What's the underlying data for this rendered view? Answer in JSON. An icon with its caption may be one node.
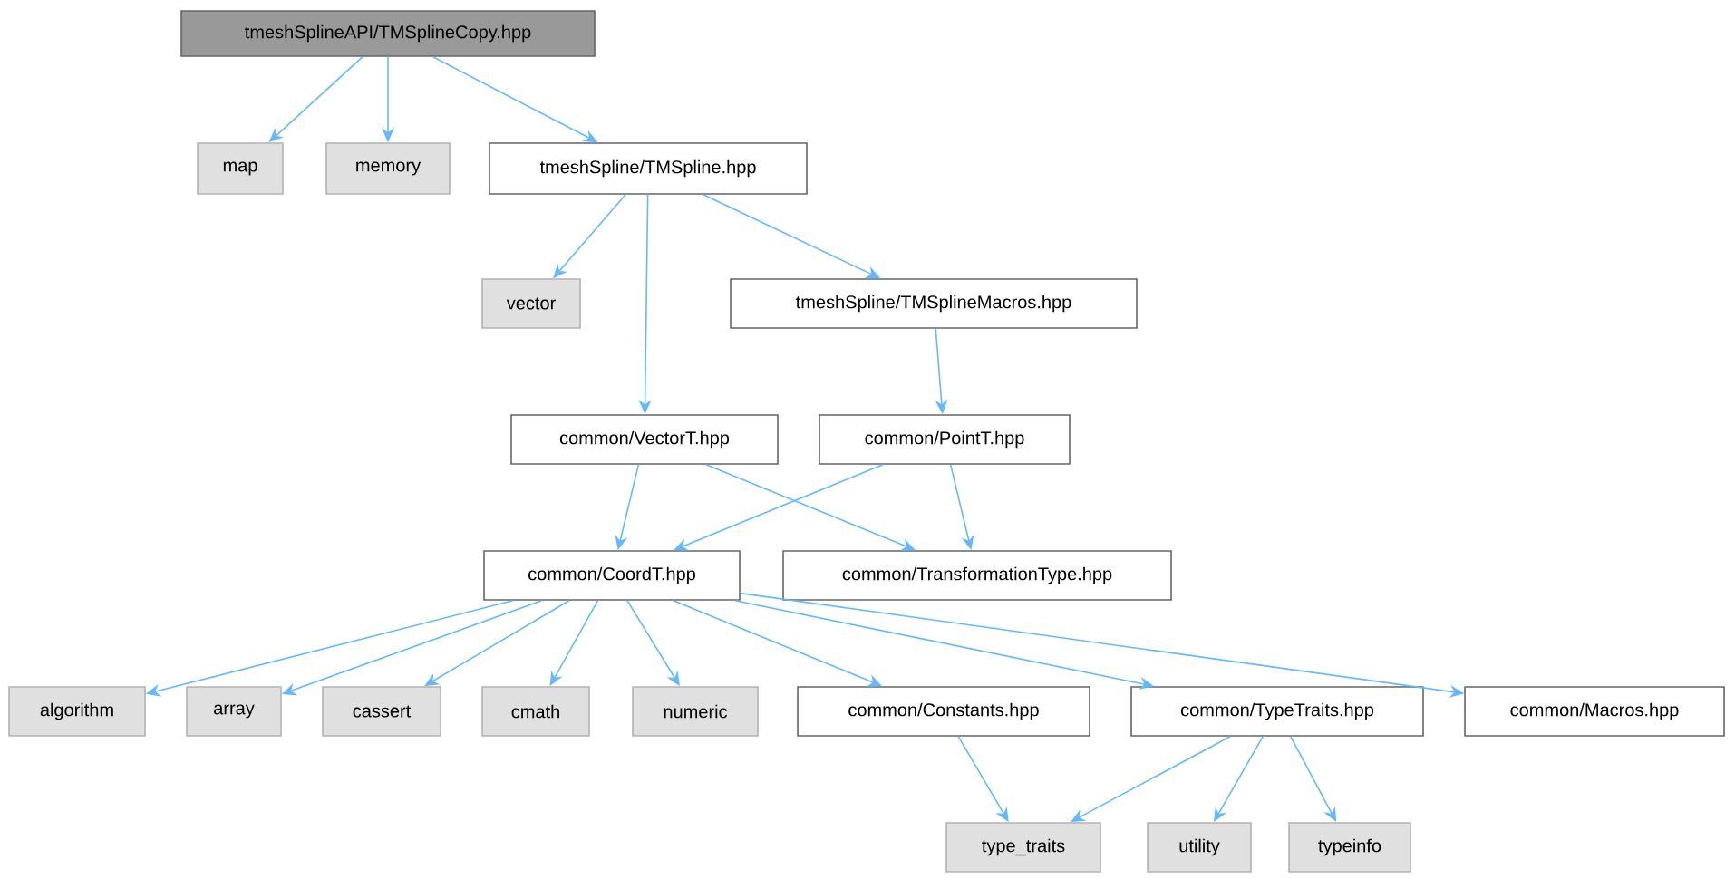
{
  "diagram": {
    "nodes": [
      {
        "text": [
          "tmeshSplineAPI/TMSplineCopy.hpp"
        ]
      },
      {
        "text": [
          "map"
        ]
      },
      {
        "text": [
          "memory"
        ]
      },
      {
        "text": [
          "tmeshSpline/TMSpline.hpp"
        ]
      },
      {
        "text": [
          "vector"
        ]
      },
      {
        "text": [
          "tmeshSpline/TMSplineMacros.hpp"
        ]
      },
      {
        "text": [
          "common/VectorT.hpp"
        ]
      },
      {
        "text": [
          "common/PointT.hpp"
        ]
      },
      {
        "text": [
          "common/CoordT.hpp"
        ]
      },
      {
        "text": [
          "common/TransformationType.hpp"
        ]
      },
      {
        "text": [
          "algorithm"
        ]
      },
      {
        "text": [
          "array"
        ]
      },
      {
        "text": [
          "cassert"
        ]
      },
      {
        "text": [
          "cmath"
        ]
      },
      {
        "text": [
          "numeric"
        ]
      },
      {
        "text": [
          "common/Constants.hpp"
        ]
      },
      {
        "text": [
          "common/TypeTraits.hpp"
        ]
      },
      {
        "text": [
          "common/Macros.hpp"
        ]
      },
      {
        "text": [
          "type_traits"
        ]
      },
      {
        "text": [
          "utility"
        ]
      },
      {
        "text": [
          "typeinfo"
        ]
      }
    ],
    "edges": [
      {
        "from": 0,
        "to": 1,
        "arrow": "to"
      },
      {
        "from": 0,
        "to": 2,
        "arrow": "to"
      },
      {
        "from": 0,
        "to": 3,
        "arrow": "to"
      },
      {
        "from": 3,
        "to": 4,
        "arrow": "to"
      },
      {
        "from": 3,
        "to": 6,
        "arrow": "to"
      },
      {
        "from": 3,
        "to": 5,
        "arrow": "to"
      },
      {
        "from": 5,
        "to": 7,
        "arrow": "to"
      },
      {
        "from": 6,
        "to": 8,
        "arrow": "to"
      },
      {
        "from": 6,
        "to": 9,
        "arrow": "to"
      },
      {
        "from": 7,
        "to": 8,
        "arrow": "to"
      },
      {
        "from": 7,
        "to": 9,
        "arrow": "to"
      },
      {
        "from": 8,
        "to": 10,
        "arrow": "to"
      },
      {
        "from": 8,
        "to": 11,
        "arrow": "to"
      },
      {
        "from": 8,
        "to": 12,
        "arrow": "to"
      },
      {
        "from": 8,
        "to": 13,
        "arrow": "to"
      },
      {
        "from": 8,
        "to": 14,
        "arrow": "to"
      },
      {
        "from": 8,
        "to": 15,
        "arrow": "to"
      },
      {
        "from": 8,
        "to": 16,
        "arrow": "to"
      },
      {
        "from": 8,
        "to": 17,
        "arrow": "to"
      },
      {
        "from": 15,
        "to": 18,
        "arrow": "to"
      },
      {
        "from": 16,
        "to": 18,
        "arrow": "to"
      },
      {
        "from": 16,
        "to": 19,
        "arrow": "to"
      },
      {
        "from": 16,
        "to": 20,
        "arrow": "to"
      }
    ]
  }
}
